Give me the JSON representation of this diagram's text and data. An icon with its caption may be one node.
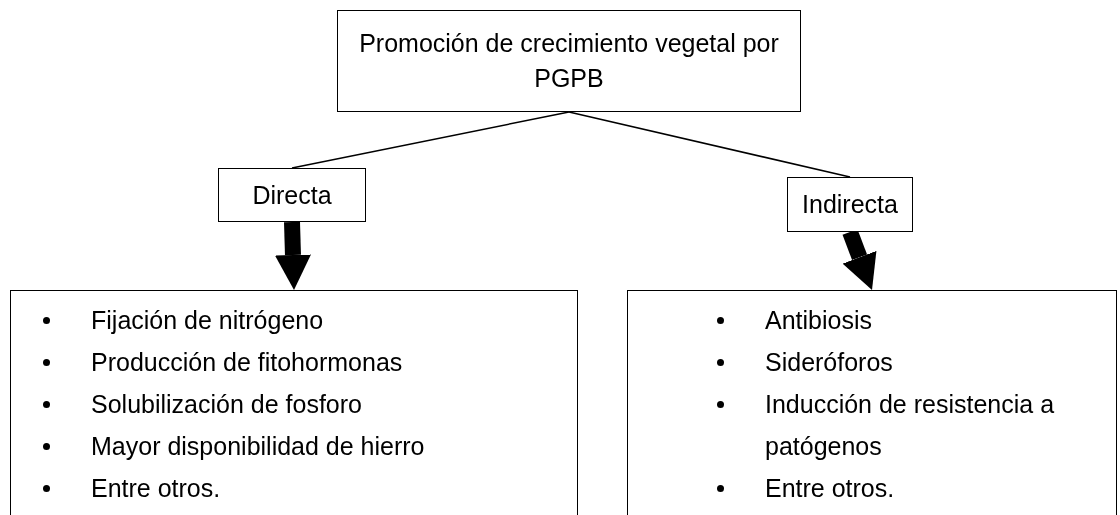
{
  "diagram": {
    "nodes": [
      {
        "text": [
          "Promoción de crecimiento vegetal por PGPB"
        ]
      },
      {
        "text": [
          "Directa"
        ]
      },
      {
        "text": [
          "Indirecta"
        ]
      },
      {
        "text": [
          "Fijación de nitrógeno",
          "Producción de fitohormonas",
          "Solubilización de fosforo",
          "Mayor disponibilidad de hierro",
          "Entre otros."
        ]
      },
      {
        "text": [
          "Antibiosis",
          "Sideróforos",
          "Inducción de resistencia a patógenos",
          "Entre otros."
        ]
      }
    ],
    "edges": [
      {
        "from": 0,
        "to": 1,
        "arrow": "none"
      },
      {
        "from": 0,
        "to": 2,
        "arrow": "none"
      },
      {
        "from": 1,
        "to": 3,
        "arrow": "to",
        "style": "thick"
      },
      {
        "from": 2,
        "to": 4,
        "arrow": "to",
        "style": "thick"
      }
    ]
  }
}
